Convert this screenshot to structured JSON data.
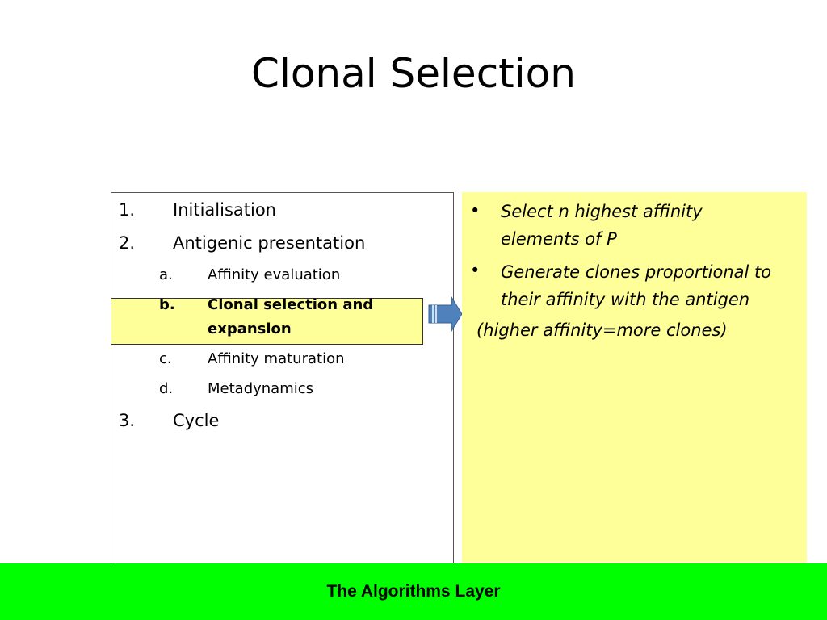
{
  "slide": {
    "title": "Clonal Selection"
  },
  "steps": [
    {
      "num": "1.",
      "label": "Initialisation"
    },
    {
      "num": "2.",
      "label": "Antigenic presentation"
    },
    {
      "num": "3.",
      "label": "Cycle"
    }
  ],
  "substeps": [
    {
      "num": "a.",
      "label": "Affinity evaluation"
    },
    {
      "num": "b.",
      "label": "Clonal selection and",
      "label_line2": "expansion"
    },
    {
      "num": "c.",
      "label": "Affinity maturation"
    },
    {
      "num": "d.",
      "label": "Metadynamics"
    }
  ],
  "details": {
    "bullets": [
      {
        "line1": "Select n highest affinity",
        "line2": "elements of P"
      },
      {
        "line1": "Generate clones proportional to",
        "line2": "their affinity with the antigen"
      }
    ],
    "note": "(higher affinity=more clones)"
  },
  "footer": {
    "label": "The Algorithms Layer"
  },
  "colors": {
    "highlight": "#ffff99",
    "footer_bg": "#00ff00",
    "arrow": "#4f81bd"
  },
  "icons": {
    "arrow": "right-arrow-icon",
    "bullet": "bullet-dot"
  }
}
